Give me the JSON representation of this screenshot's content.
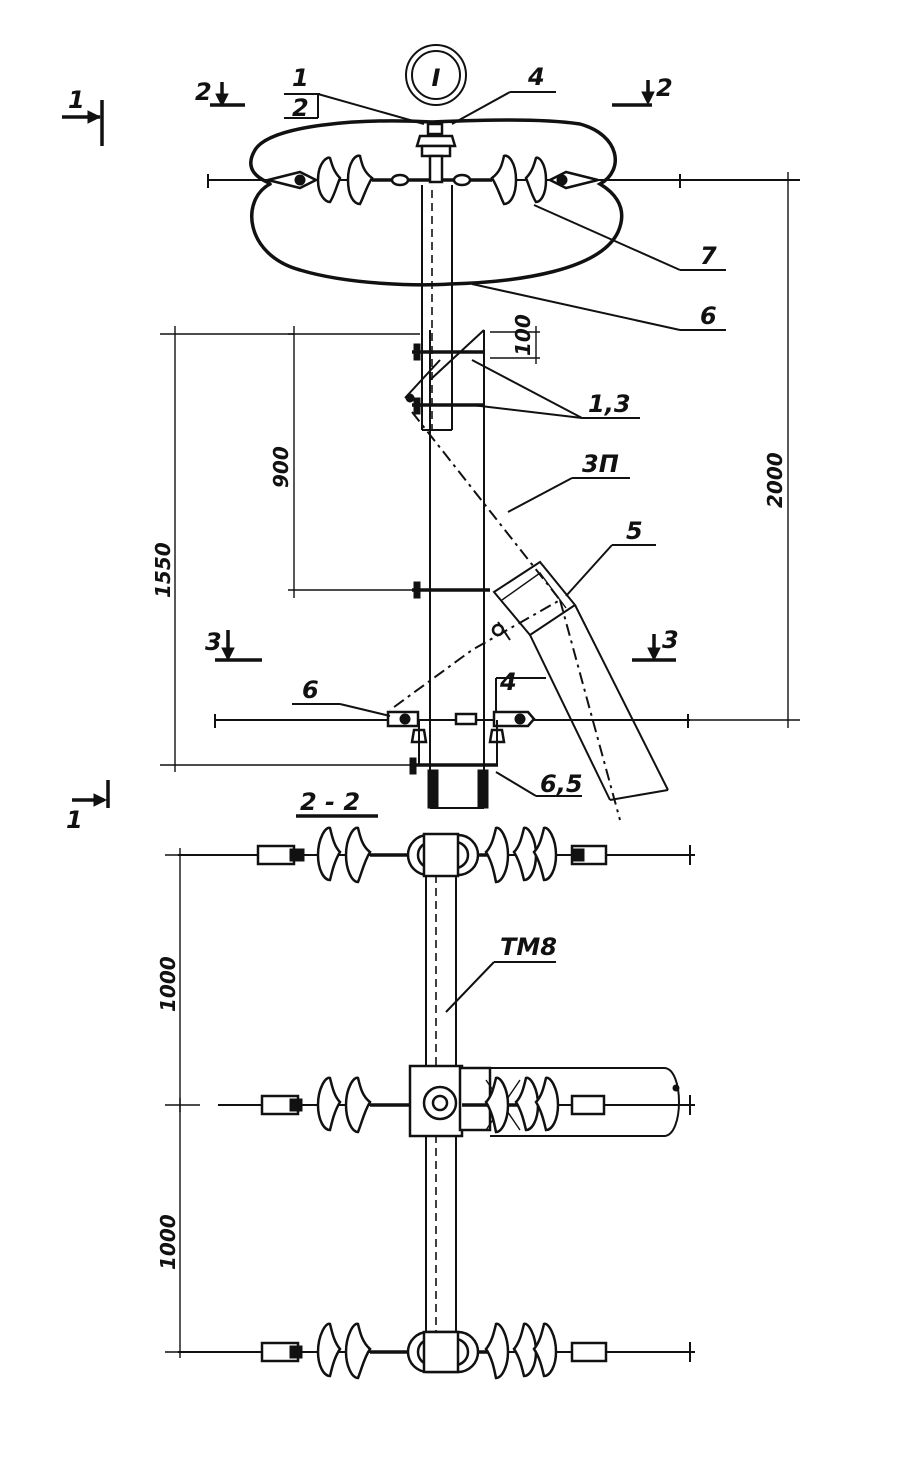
{
  "labels": {
    "circle_mark": "I",
    "item_1": "1",
    "item_2": "2",
    "item_4_top": "4",
    "item_7": "7",
    "item_6_top": "6",
    "item_1_3": "1,3",
    "item_3p": "3П",
    "item_5": "5",
    "item_6_bottom": "6",
    "item_4_bottom": "4",
    "item_6_5": "6,5",
    "item_tmb": "ТМ8"
  },
  "section_marks": {
    "s1_top": "1",
    "s1_bottom": "1",
    "s2_left": "2",
    "s2_right": "2",
    "s3_left": "3",
    "s3_right": "3",
    "section_title": "2 - 2"
  },
  "dimensions": {
    "d100": "100",
    "d900": "900",
    "d1550": "1550",
    "d2000": "2000",
    "d1000_a": "1000",
    "d1000_b": "1000"
  }
}
